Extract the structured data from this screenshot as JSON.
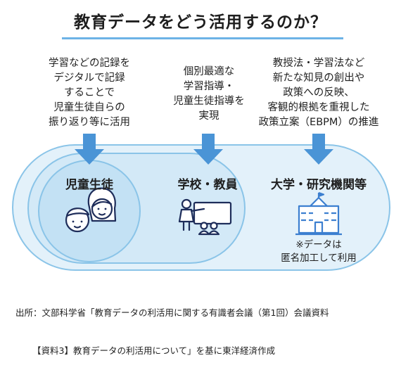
{
  "title": "教育データをどう活用するのか？",
  "colors": {
    "outer_fill": "#e3f1fa",
    "outer_stroke": "#8ac4e8",
    "mid_fill": "#d3e9f7",
    "inner_fill": "#c3e1f4",
    "arrow": "#4a94d6",
    "rule": "#6db3e6",
    "icon_line": "#1e2d5a",
    "building": "#3c7fd0"
  },
  "columns": [
    {
      "description": "学習などの記録を\nデジタルで記録\nすることで\n児童生徒自らの\n振り返り等に活用",
      "actor": "児童生徒",
      "icon": "students-icon"
    },
    {
      "description": "個別最適な\n学習指導・\n児童生徒指導を\n実現",
      "actor": "学校・教員",
      "icon": "teacher-icon"
    },
    {
      "description": "教授法・学習法など\n新たな知見の創出や\n政策への反映、\n客観的根拠を重視した\n政策立案（EBPM）の推進",
      "actor": "大学・研究機関等",
      "icon": "university-building-icon",
      "note": "※データは\n匿名加工して利用"
    }
  ],
  "source": {
    "line1": "出所：文部科学省「教育データの利活用に関する有識者会議（第1回）会議資料",
    "line2": "【資料3】教育データの利活用について」を基に東洋経済作成"
  }
}
